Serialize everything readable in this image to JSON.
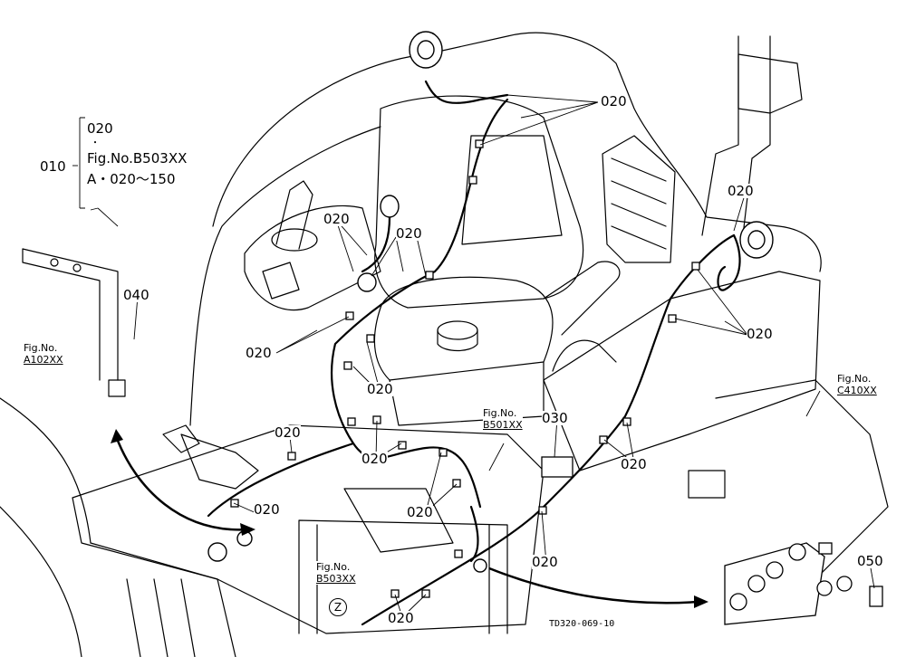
{
  "callouts": {
    "group_header": {
      "item": "010",
      "line1": "020",
      "line2": "Fig.No.B503XX",
      "line3": "A・020～150"
    },
    "part_020": "020",
    "part_030": "030",
    "part_040": "040",
    "part_050": "050"
  },
  "figure_refs": {
    "a102": {
      "label": "Fig.No.",
      "ref": "A102XX"
    },
    "b501": {
      "label": "Fig.No.",
      "ref": "B501XX"
    },
    "b503": {
      "label": "Fig.No.",
      "ref": "B503XX"
    },
    "c410": {
      "label": "Fig.No.",
      "ref": "C410XX"
    }
  },
  "view_marker": "Z",
  "drawing_code": "TD320-069-10"
}
